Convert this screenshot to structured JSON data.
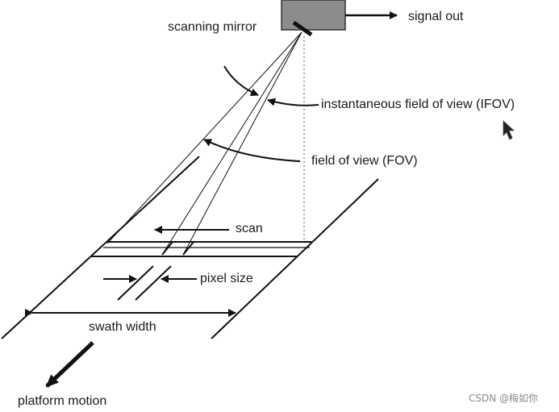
{
  "labels": {
    "scanning_mirror": "scanning mirror",
    "signal_out": "signal out",
    "ifov": "instantaneous field of view (IFOV)",
    "fov": "field of view (FOV)",
    "scan": "scan",
    "pixel_size": "pixel size",
    "swath_width": "swath width",
    "platform_motion": "platform motion"
  },
  "watermark": "CSDN @梅如你",
  "icons": {
    "cursor": "mouse-pointer-icon",
    "sensor": "sensor-box-icon",
    "mirror": "scanning-mirror-icon"
  },
  "colors": {
    "line": "#111111",
    "sensor_box_fill": "#8c8c8c",
    "background": "#ffffff",
    "watermark": "#8a8a8a"
  }
}
